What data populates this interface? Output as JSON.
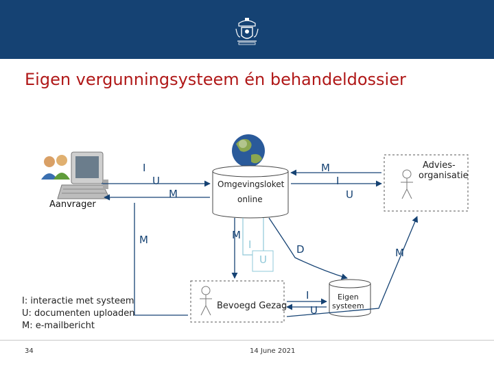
{
  "header": {
    "crest_icon": "netherlands-coat-of-arms-icon",
    "band_color": "#154273"
  },
  "title": "Eigen vergunningsysteem én behandeldossier",
  "diagram": {
    "nodes": {
      "aanvrager": "Aanvrager",
      "omgevingsloket": "Omgevingsloket",
      "online": "online",
      "advies_line1": "Advies-",
      "advies_line2": "organisatie",
      "bevoegd_gezag": "Bevoegd Gezag",
      "eigen_line1": "Eigen",
      "eigen_line2": "systeem"
    },
    "labels": {
      "i_top_left": "I",
      "u_top_left": "U",
      "m_top_left": "M",
      "m_top_right": "M",
      "i_top_right": "I",
      "u_top_right": "U",
      "m_left": "M",
      "m_center": "M",
      "i_center": "I",
      "u_center": "U",
      "d_center": "D",
      "m_right": "M",
      "i_bottom": "I",
      "u_bottom": "U"
    },
    "line_color": "#154273"
  },
  "legend": {
    "line1": "I: interactie met systeem",
    "line2": "U: documenten uploaden",
    "line3": "M: e-mailbericht"
  },
  "footer": {
    "page": "34",
    "date": "14 June 2021"
  }
}
